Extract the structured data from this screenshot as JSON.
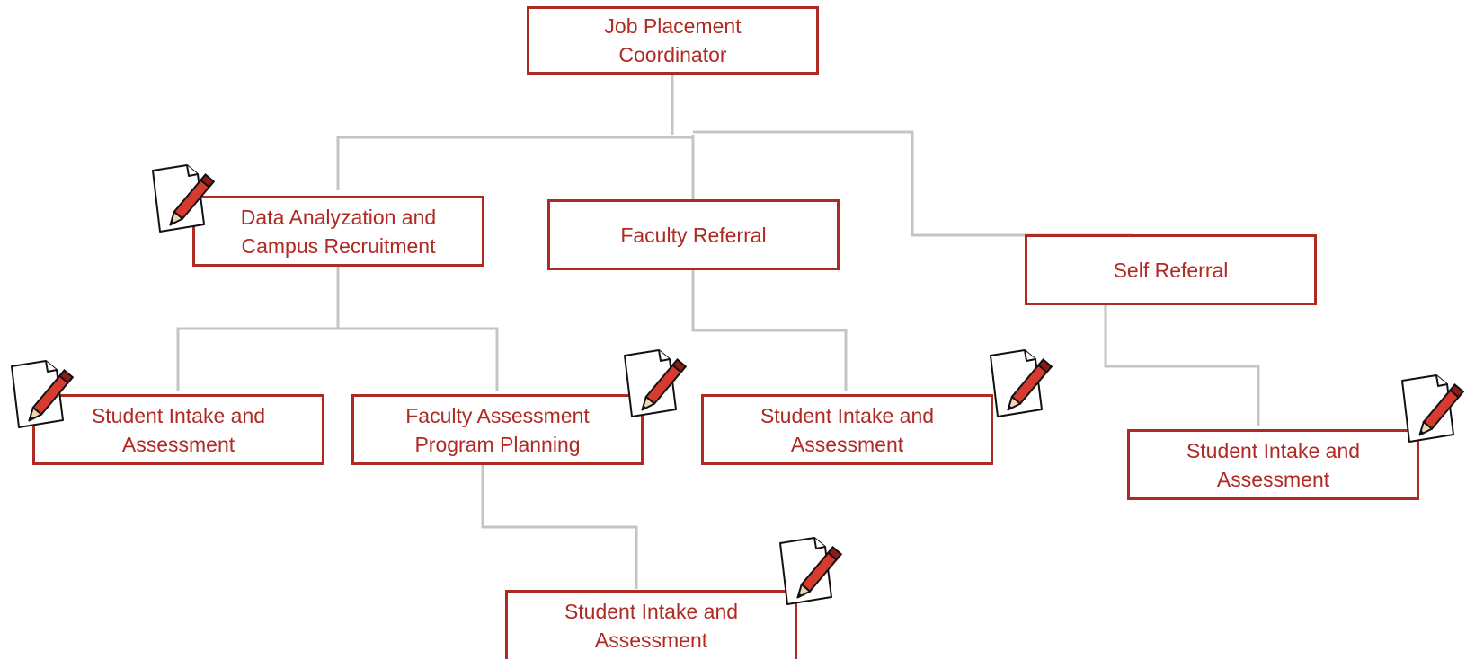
{
  "theme": {
    "node_border": "#b02a24",
    "node_text": "#b02a24",
    "connector": "#c4c4c4"
  },
  "nodes": {
    "coordinator": {
      "label": "Job Placement\nCoordinator"
    },
    "data_analyzation": {
      "label": "Data Analyzation and\nCampus Recruitment",
      "icon": "note-pencil-icon"
    },
    "faculty_referral": {
      "label": "Faculty Referral"
    },
    "self_referral": {
      "label": "Self Referral"
    },
    "intake_data": {
      "label": "Student Intake and\nAssessment",
      "icon": "note-pencil-icon"
    },
    "faculty_assessment": {
      "label": "Faculty Assessment\nProgram Planning",
      "icon": "note-pencil-icon"
    },
    "intake_faculty_referral": {
      "label": "Student Intake and\nAssessment",
      "icon": "note-pencil-icon"
    },
    "intake_self_referral": {
      "label": "Student Intake and\nAssessment",
      "icon": "note-pencil-icon"
    },
    "intake_program": {
      "label": "Student Intake and\nAssessment",
      "icon": "note-pencil-icon"
    }
  }
}
